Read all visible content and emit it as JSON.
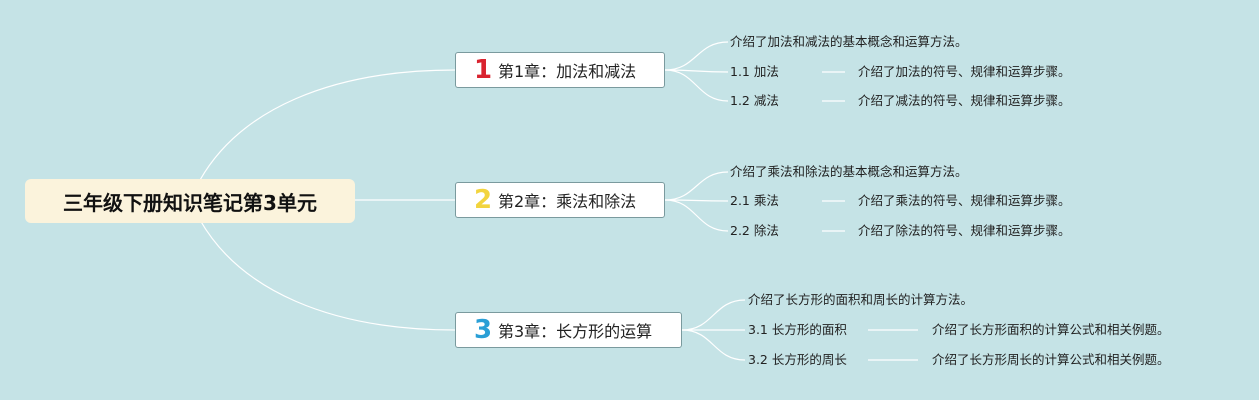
{
  "central": {
    "title": "三年级下册知识笔记第3单元"
  },
  "chapters": [
    {
      "number": "1",
      "number_color": "#d9232f",
      "title": "第1章：加法和减法",
      "summary": "介绍了加法和减法的基本概念和运算方法。",
      "sections": [
        {
          "label": "1.1 加法",
          "description": "介绍了加法的符号、规律和运算步骤。"
        },
        {
          "label": "1.2 减法",
          "description": "介绍了减法的符号、规律和运算步骤。"
        }
      ]
    },
    {
      "number": "2",
      "number_color": "#f2d43e",
      "title": "第2章：乘法和除法",
      "summary": "介绍了乘法和除法的基本概念和运算方法。",
      "sections": [
        {
          "label": "2.1 乘法",
          "description": "介绍了乘法的符号、规律和运算步骤。"
        },
        {
          "label": "2.2 除法",
          "description": "介绍了除法的符号、规律和运算步骤。"
        }
      ]
    },
    {
      "number": "3",
      "number_color": "#2a9fd6",
      "title": "第3章：长方形的运算",
      "summary": "介绍了长方形的面积和周长的计算方法。",
      "sections": [
        {
          "label": "3.1 长方形的面积",
          "description": "介绍了长方形面积的计算公式和相关例题。"
        },
        {
          "label": "3.2 长方形的周长",
          "description": "介绍了长方形周长的计算公式和相关例题。"
        }
      ]
    }
  ],
  "colors": {
    "background": "#c5e3e6",
    "connector": "#ffffff",
    "central_fill": "#fbf3dc"
  }
}
